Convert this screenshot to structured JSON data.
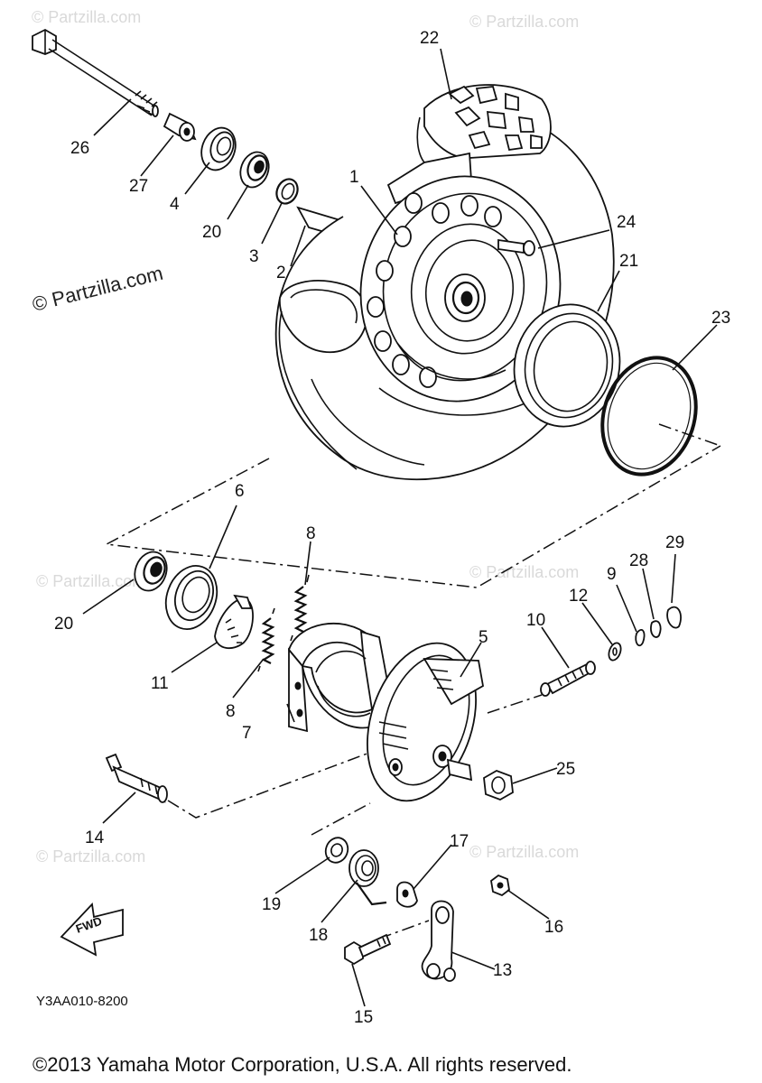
{
  "diagram": {
    "code": "Y3AA010-8200",
    "copyright": "©2013 Yamaha Motor Corporation, U.S.A. All rights reserved.",
    "watermark": "© Partzilla.com",
    "fwd_label": "FWD",
    "callouts": {
      "c1": "1",
      "c2": "2",
      "c3": "3",
      "c4": "4",
      "c5": "5",
      "c6": "6",
      "c7": "7",
      "c8a": "8",
      "c8b": "8",
      "c9": "9",
      "c10": "10",
      "c11": "11",
      "c12": "12",
      "c13": "13",
      "c14": "14",
      "c15": "15",
      "c16": "16",
      "c17": "17",
      "c18": "18",
      "c19": "19",
      "c20a": "20",
      "c20b": "20",
      "c21": "21",
      "c22": "22",
      "c23": "23",
      "c24": "24",
      "c25": "25",
      "c26": "26",
      "c27": "27",
      "c28": "28",
      "c29": "29"
    }
  }
}
